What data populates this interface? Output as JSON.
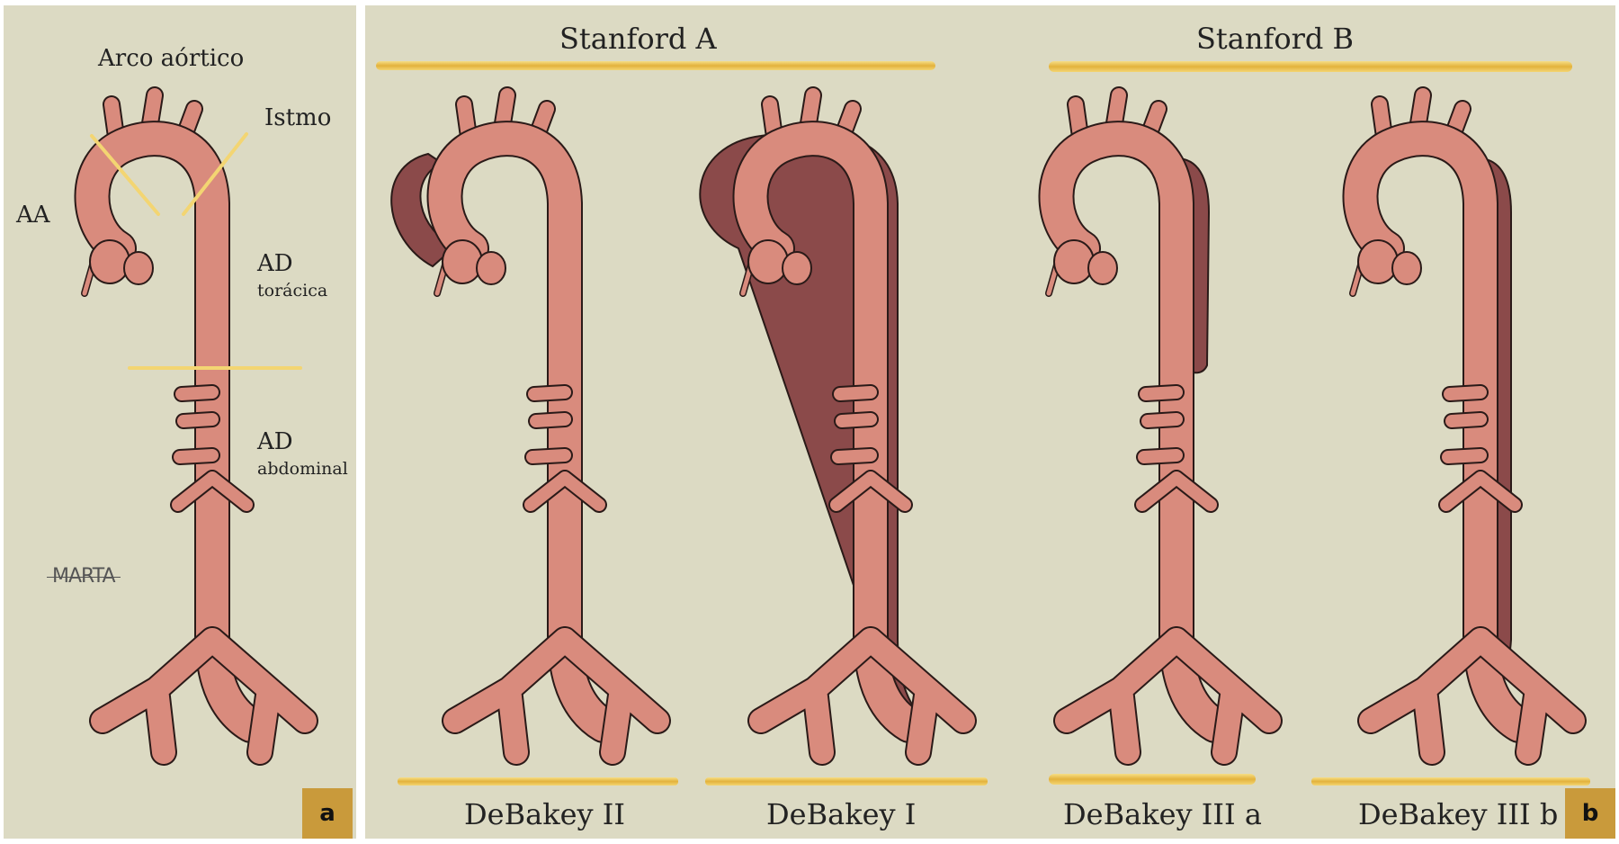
{
  "panel_a": {
    "labels": {
      "arco": "Arco aórtico",
      "istmo": "Istmo",
      "aa": "AA",
      "ad1": "AD",
      "toracica": "torácica",
      "ad2": "AD",
      "abdominal": "abdominal"
    },
    "signature": "MARTA",
    "badge": "a"
  },
  "panel_b": {
    "groups": {
      "stanford_a": "Stanford A",
      "stanford_b": "Stanford B"
    },
    "captions": [
      "DeBakey II",
      "DeBakey I",
      "DeBakey III a",
      "DeBakey III b"
    ],
    "badge": "b"
  },
  "colors": {
    "background": "#dcdac3",
    "aorta": "#d98b7d",
    "dissection": "#8b4a4a",
    "bar": "#e9c24f",
    "badge": "#c99a3b"
  }
}
